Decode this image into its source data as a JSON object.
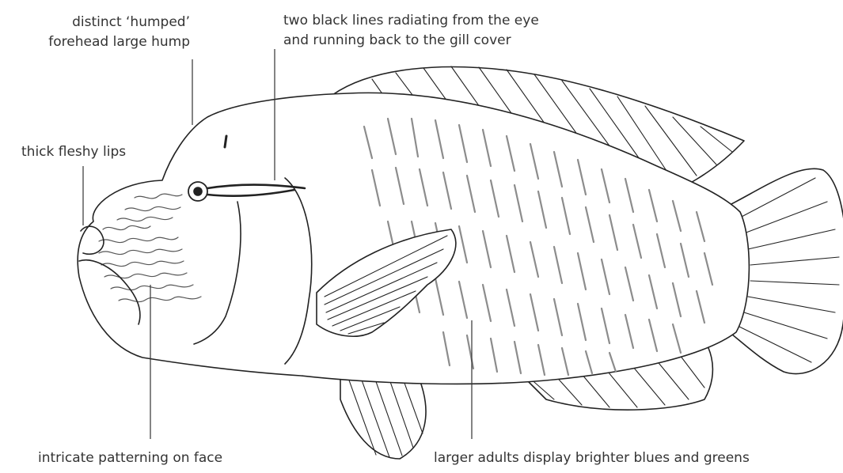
{
  "labels": {
    "hump": [
      "distinct ‘humped’",
      "forehead large hump"
    ],
    "lines": [
      "two black lines radiating from the eye",
      "and running back to the gill cover"
    ],
    "lips": "thick fleshy lips",
    "pattern": "intricate patterning on face",
    "adults": "larger adults display brighter blues and greens"
  },
  "colors": {
    "outline": "#222222",
    "pattern": "#8c8c8c",
    "leader": "#333333",
    "background": "#ffffff"
  }
}
